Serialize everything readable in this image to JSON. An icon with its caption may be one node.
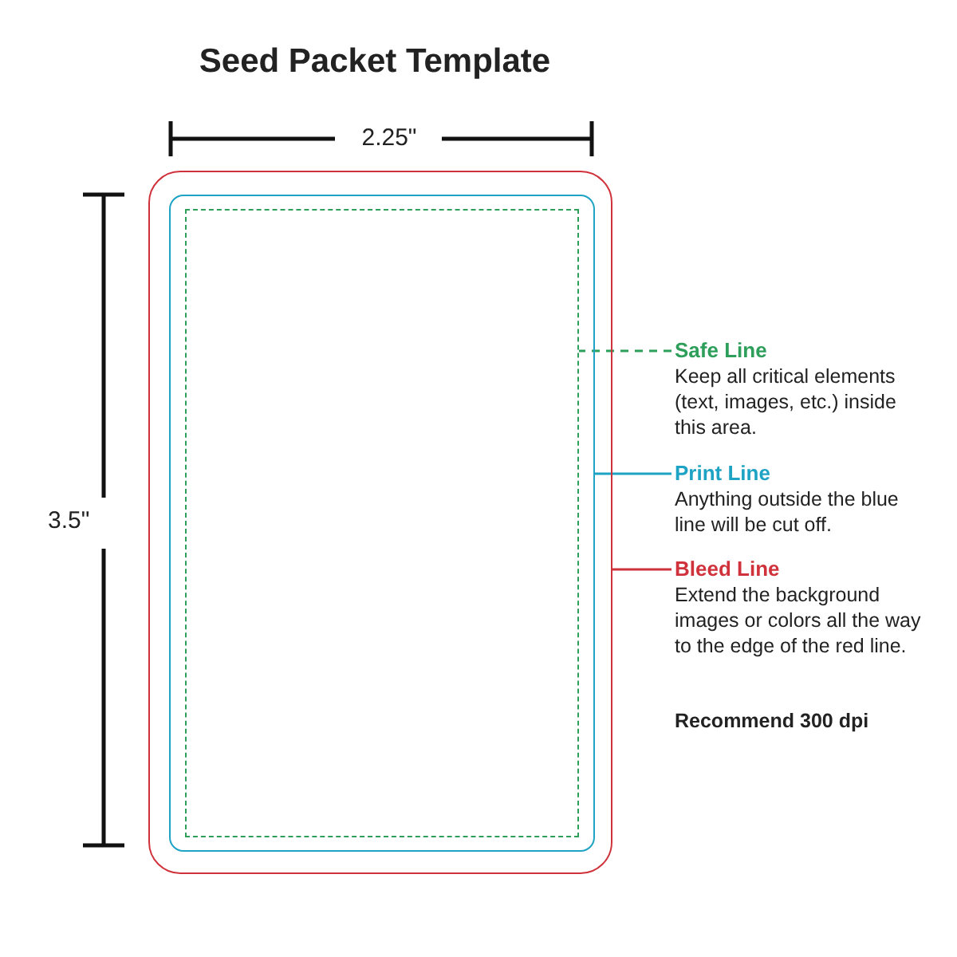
{
  "diagram": {
    "title": "Seed Packet Template",
    "nodes": [
      {
        "text": [],
        "shape": "box"
      },
      {
        "text": [],
        "shape": "box",
        "in": 0
      },
      {
        "text": [],
        "shape": "box",
        "in": 1
      },
      {
        "text": [
          "Safe Line",
          "Keep all critical elements (text, images, etc.) inside this area."
        ]
      },
      {
        "text": [
          "Print Line",
          "Anything outside the blue line will be cut off."
        ]
      },
      {
        "text": [
          "Bleed Line",
          "Extend the background images or colors all the way to the edge of the red line."
        ]
      }
    ],
    "edges": [
      {
        "from": 3,
        "to": 2,
        "arrow": "none",
        "style": "dashed",
        "color": "#2e9e5b"
      },
      {
        "from": 4,
        "to": 1,
        "arrow": "none",
        "color": "#1fa3c4"
      },
      {
        "from": 5,
        "to": 0,
        "arrow": "none",
        "color": "#d0323c"
      }
    ],
    "labels": [
      "2.25\"",
      "3.5\"",
      "Recommend 300 dpi"
    ]
  }
}
